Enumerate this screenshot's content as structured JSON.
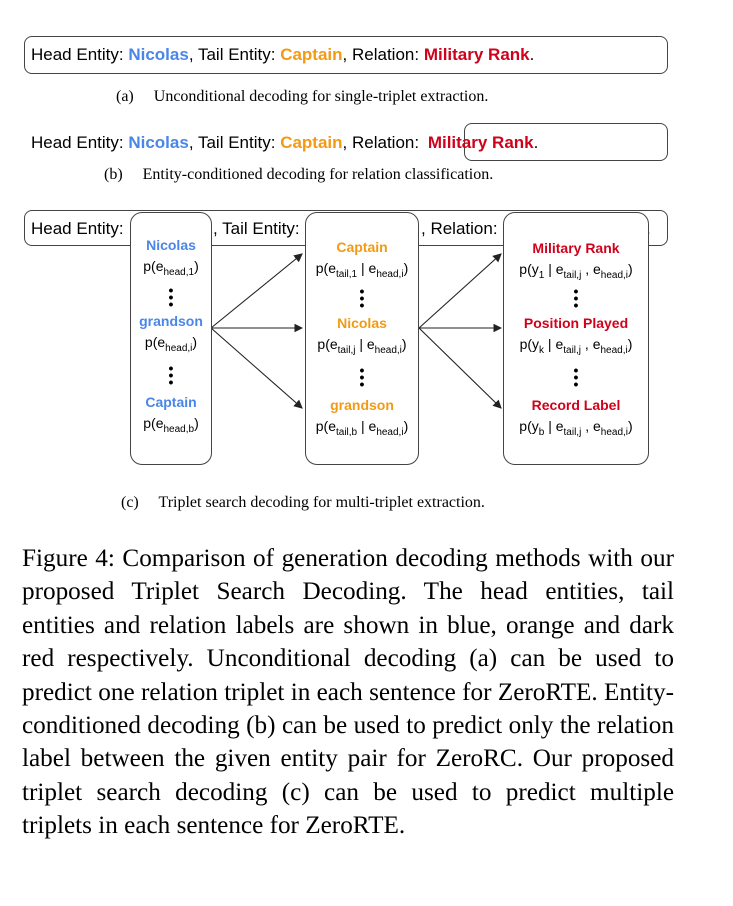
{
  "row_a": {
    "head_prefix": "Head Entity:",
    "head": "Nicolas",
    "tail_prefix": ", Tail Entity:",
    "tail": "Captain",
    "rel_prefix": ", Relation:",
    "rel": "Military Rank",
    "end": "."
  },
  "caption_a": {
    "tag": "(a)",
    "text": "Unconditional decoding for single-triplet extraction."
  },
  "row_b": {
    "head_prefix": "Head Entity:",
    "head": "Nicolas",
    "tail_prefix": ", Tail Entity:",
    "tail": "Captain",
    "rel_prefix": ", Relation:",
    "rel": "Military Rank",
    "end": "."
  },
  "caption_b": {
    "tag": "(b)",
    "text": "Entity-conditioned decoding for relation classification."
  },
  "row_c": {
    "head_prefix": "Head Entity:",
    "tail_prefix": ", Tail Entity:",
    "rel_prefix": ", Relation:",
    "end": "."
  },
  "head_col": {
    "e1": "Nicolas",
    "p1_main": "p(e",
    "p1_sub": "head,1",
    "p1_end": ")",
    "e2": "grandson",
    "p2_main": "p(e",
    "p2_sub": "head,i",
    "p2_end": ")",
    "e3": "Captain",
    "p3_main": "p(e",
    "p3_sub": "head,b",
    "p3_end": ")"
  },
  "tail_col": {
    "e1": "Captain",
    "p1_a": "p(e",
    "p1_s1": "tail,1",
    "p1_b": " | e",
    "p1_s2": "head,i",
    "p1_c": ")",
    "e2": "Nicolas",
    "p2_a": "p(e",
    "p2_s1": "tail,j",
    "p2_b": " | e",
    "p2_s2": "head,i",
    "p2_c": ")",
    "e3": "grandson",
    "p3_a": "p(e",
    "p3_s1": "tail,b",
    "p3_b": " | e",
    "p3_s2": "head,i",
    "p3_c": ")"
  },
  "rel_col": {
    "r1": "Military Rank",
    "p1_a": "p(y",
    "p1_s1": "1",
    "p1_b": " | e",
    "p1_s2": "tail,j",
    "p1_c": " , e",
    "p1_s3": "head,i",
    "p1_d": ")",
    "r2": "Position Played",
    "p2_a": "p(y",
    "p2_s1": "k",
    "p2_b": " | e",
    "p2_s2": "tail,j",
    "p2_c": " , e",
    "p2_s3": "head,i",
    "p2_d": ")",
    "r3": "Record Label",
    "p3_a": "p(y",
    "p3_s1": "b",
    "p3_b": " | e",
    "p3_s2": "tail,j",
    "p3_c": " , e",
    "p3_s3": "head,i",
    "p3_d": ")"
  },
  "caption_c": {
    "tag": "(c)",
    "text": "Triplet search decoding for multi-triplet extraction."
  },
  "figure_caption": "Figure 4: Comparison of generation decoding methods with our proposed Triplet Search Decoding. The head entities, tail entities and relation labels are shown in blue, orange and dark red respectively. Unconditional decoding (a) can be used to predict one relation triplet in each sentence for ZeroRTE. Entity-conditioned de­coding (b) can be used to predict only the relation la­bel between the given entity pair for ZeroRC. Our pro­posed triplet search decoding (c) can be used to predict multiple triplets in each sentence for ZeroRTE.",
  "colors": {
    "head": "#4a86e8",
    "tail": "#f29a14",
    "relation": "#d0021b"
  }
}
